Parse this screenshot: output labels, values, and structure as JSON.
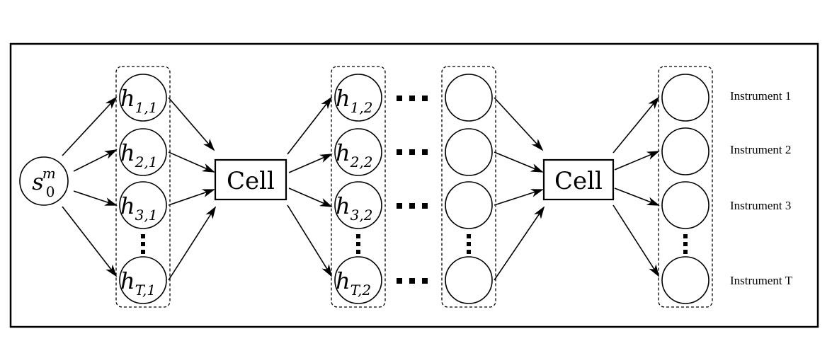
{
  "diagram": {
    "input_node": {
      "base": "s",
      "sub": "0",
      "sup": "m"
    },
    "column1": [
      {
        "base": "h",
        "sub": "1,1"
      },
      {
        "base": "h",
        "sub": "2,1"
      },
      {
        "base": "h",
        "sub": "3,1"
      },
      {
        "base": "h",
        "sub": "T,1"
      }
    ],
    "column2": [
      {
        "base": "h",
        "sub": "1,2"
      },
      {
        "base": "h",
        "sub": "2,2"
      },
      {
        "base": "h",
        "sub": "3,2"
      },
      {
        "base": "h",
        "sub": "T,2"
      }
    ],
    "cell_label": "Cell",
    "instruments": [
      "Instrument 1",
      "Instrument 2",
      "Instrument 3",
      "Instrument T"
    ],
    "colors": {
      "stroke": "#000000",
      "background": "#ffffff"
    }
  }
}
